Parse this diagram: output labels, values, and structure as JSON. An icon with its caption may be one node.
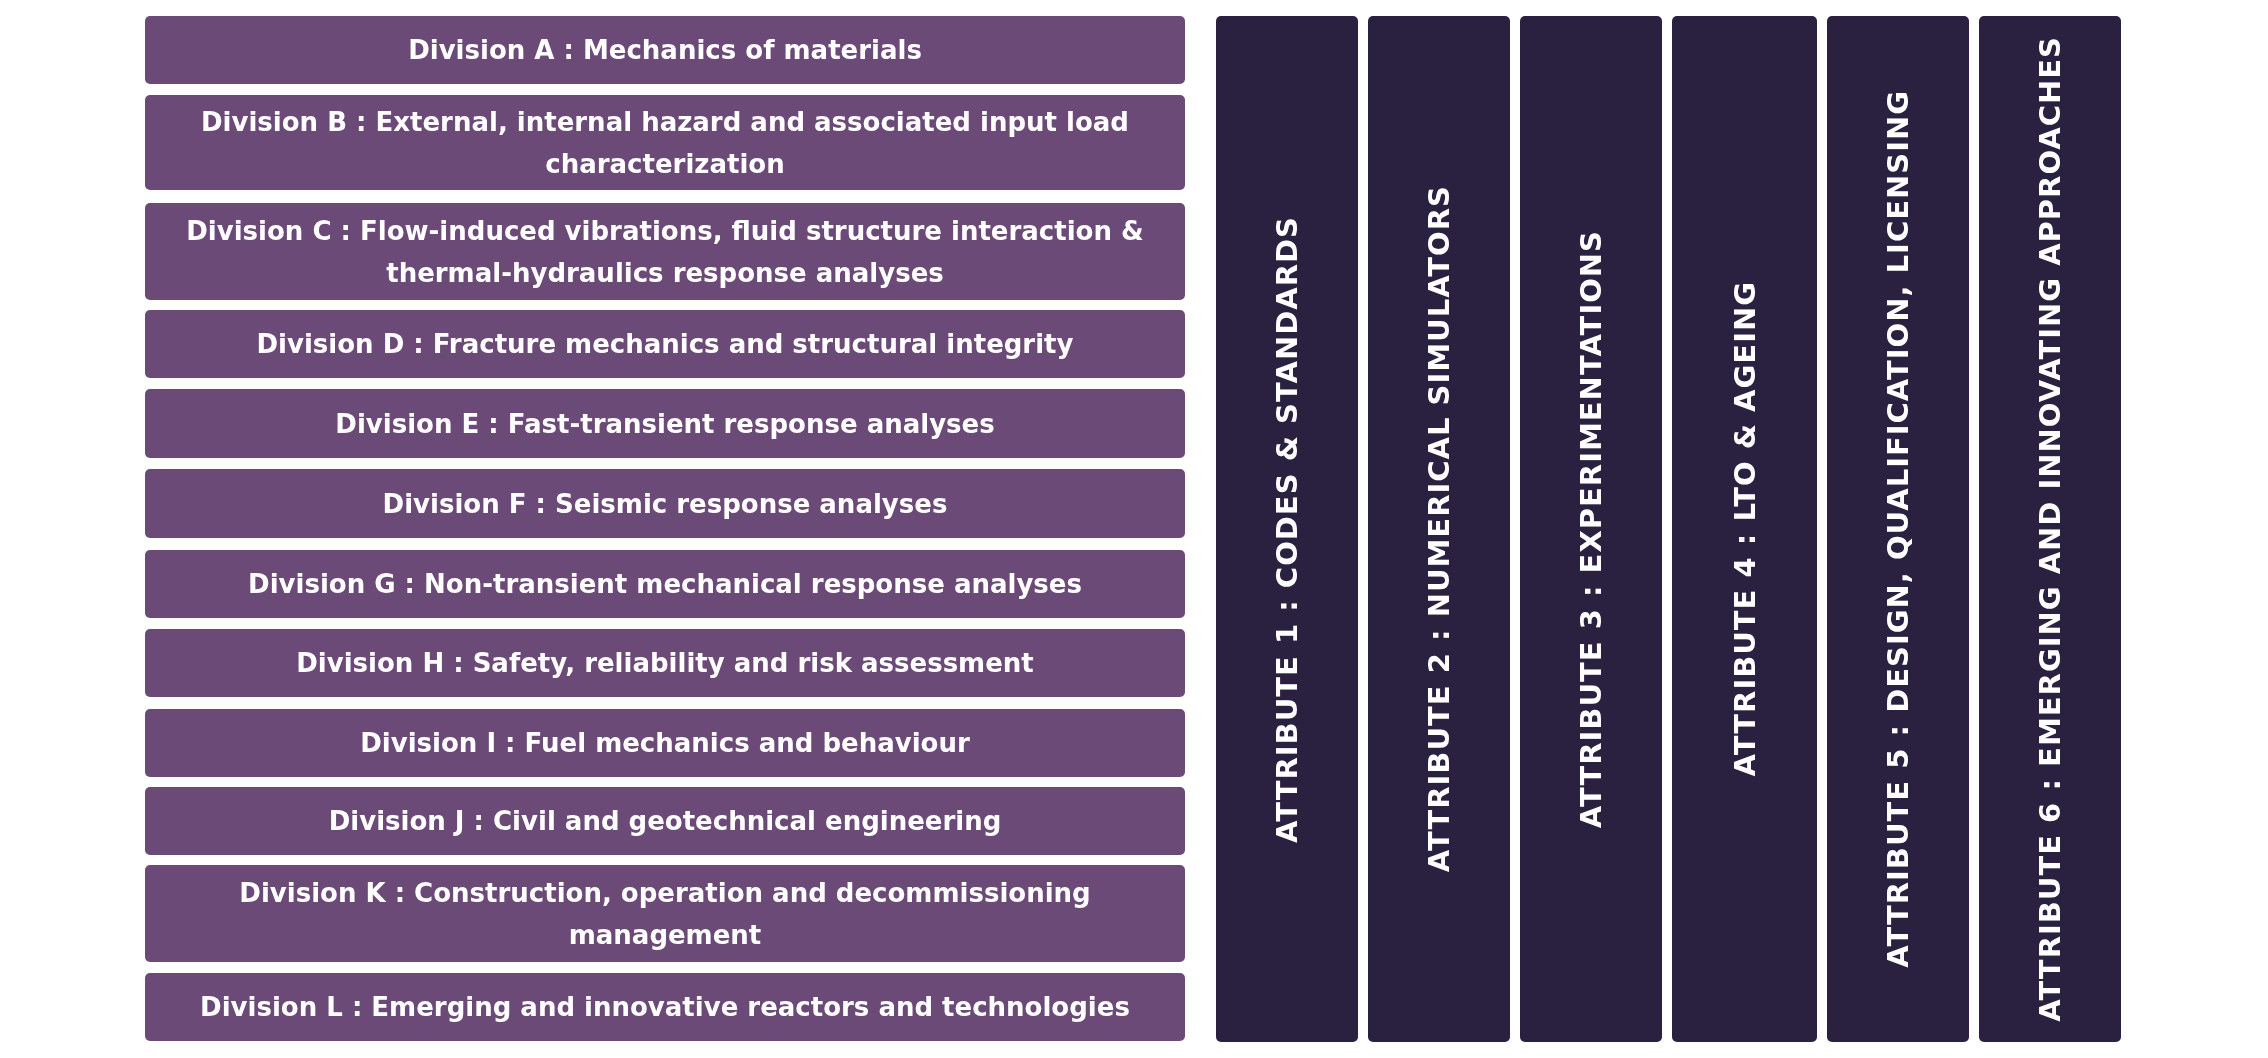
{
  "diagram": {
    "nodes": [
      {
        "text": [
          "Division A : Mechanics of materials"
        ]
      },
      {
        "text": [
          "Division B : External, internal hazard and associated input load characterization"
        ]
      },
      {
        "text": [
          "Division C : Flow-induced vibrations, fluid structure interaction & thermal-hydraulics response analyses"
        ]
      },
      {
        "text": [
          "Division D : Fracture mechanics and structural integrity"
        ]
      },
      {
        "text": [
          "Division E : Fast-transient response analyses"
        ]
      },
      {
        "text": [
          "Division F : Seismic response analyses"
        ]
      },
      {
        "text": [
          "Division G : Non-transient mechanical response analyses"
        ]
      },
      {
        "text": [
          "Division H : Safety, reliability and risk assessment"
        ]
      },
      {
        "text": [
          "Division I : Fuel mechanics and behaviour"
        ]
      },
      {
        "text": [
          "Division J : Civil and geotechnical engineering"
        ]
      },
      {
        "text": [
          "Division K : Construction, operation and decommissioning management"
        ]
      },
      {
        "text": [
          "Division L : Emerging and innovative reactors and technologies"
        ]
      },
      {
        "text": [
          "ATTRIBUTE 1 : CODES & STANDARDS"
        ]
      },
      {
        "text": [
          "ATTRIBUTE 2 : NUMERICAL SIMULATORS"
        ]
      },
      {
        "text": [
          "ATTRIBUTE 3 : EXPERIMENTATIONS"
        ]
      },
      {
        "text": [
          "ATTRIBUTE 4 : LTO & AGEING"
        ]
      },
      {
        "text": [
          "ATTRIBUTE 5 : DESIGN, QUALIFICATION, LICENSING"
        ]
      },
      {
        "text": [
          "ATTRIBUTE 6 : EMERGING AND INNOVATING APPROACHES"
        ]
      }
    ]
  }
}
